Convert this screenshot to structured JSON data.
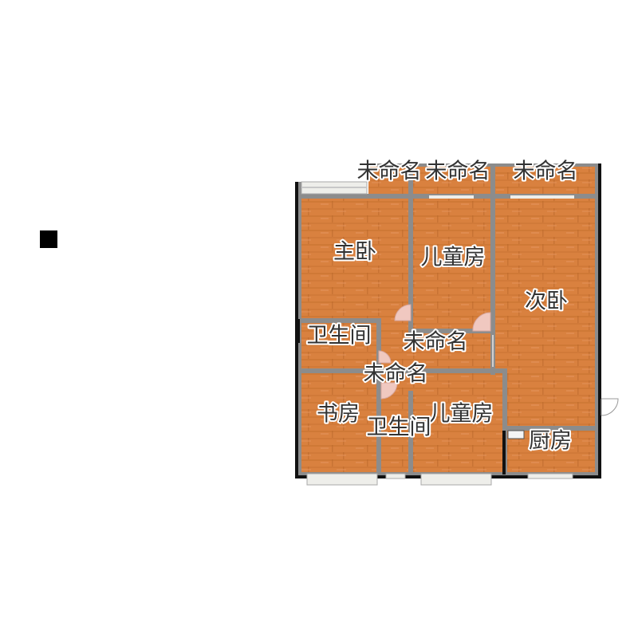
{
  "rooms": {
    "balcony_1": "未命名",
    "balcony_2": "未命名",
    "balcony_3": "未命名",
    "master_bedroom": "主卧",
    "kids_room_1": "儿童房",
    "second_bedroom": "次卧",
    "bathroom_1": "卫生间",
    "hall_1": "未命名",
    "hall_2": "未命名",
    "study": "书房",
    "bathroom_2": "卫生间",
    "kids_room_2": "儿童房",
    "kitchen": "厨房"
  },
  "colors": {
    "floor": "#d9813f",
    "floor_grain": "#c86f2c",
    "wall": "#8c8c8c",
    "exterior_wall": "#111111",
    "window": "#eeeeea",
    "door_swing": "#f0c8c0",
    "label": "#333333",
    "marker": "#000000"
  }
}
